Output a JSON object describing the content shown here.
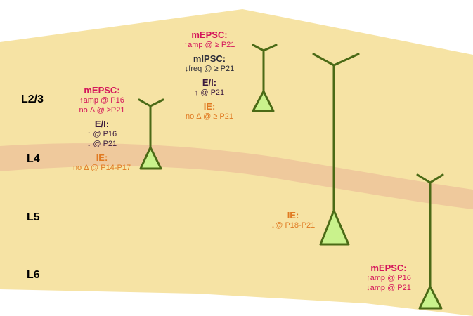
{
  "colors": {
    "slab": "#f6e3a4",
    "band": "#efc99c",
    "neuron_stroke": "#4b6a16",
    "neuron_fill": "#c9f28c",
    "mepsc": "#d4145a",
    "dark": "#3b1a3e",
    "ie": "#e07a22"
  },
  "layers": [
    "L2/3",
    "L4",
    "L5",
    "L6"
  ],
  "groups": {
    "l23": {
      "mepsc_title": "mEPSC:",
      "mepsc_1": "↑amp @ P16",
      "mepsc_2": "no Δ @ ≥P21",
      "ei_title": "E/I:",
      "ei_1": "↑ @ P16",
      "ei_2": "↓ @ P21",
      "ie_title": "IE:",
      "ie_1": "no Δ @ P14-P17"
    },
    "top": {
      "mepsc_title": "mEPSC:",
      "mepsc_1": "↑amp @ ≥ P21",
      "mipsc_title": "mIPSC:",
      "mipsc_1": "↓freq @ ≥ P21",
      "ei_title": "E/I:",
      "ei_1": "↑ @ P21",
      "ie_title": "IE:",
      "ie_1": "no Δ @ ≥ P21"
    },
    "l5": {
      "ie_title": "IE:",
      "ie_1": "↓@ P18-P21"
    },
    "l6": {
      "mepsc_title": "mEPSC:",
      "mepsc_1": "↑amp @ P16",
      "mepsc_2": "↓amp @ P21"
    }
  }
}
